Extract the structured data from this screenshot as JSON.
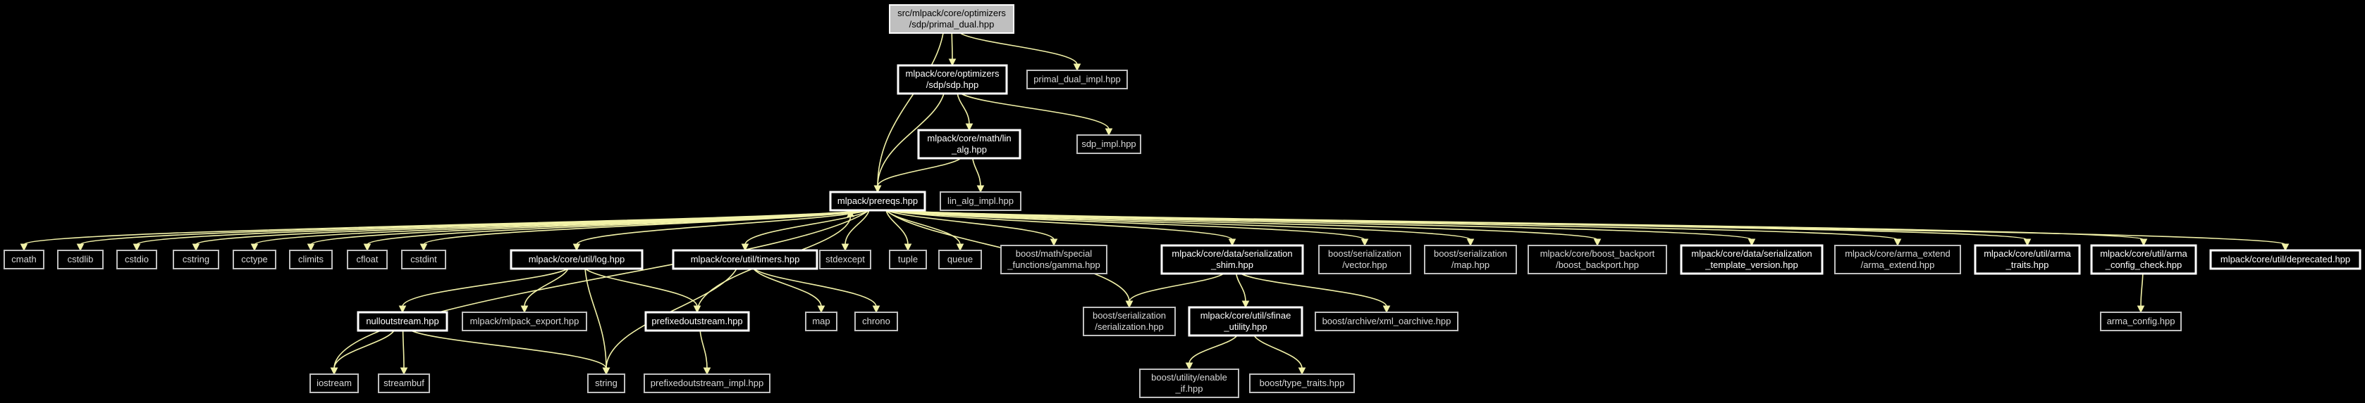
{
  "graph": {
    "title": "src/mlpack/core/optimizers/sdp/primal_dual.hpp",
    "colors": {
      "background": "#000000",
      "edge": "#f2f2a8",
      "root_fill": "#bfbfbf",
      "node_border": "#ffffff",
      "text": "#ffffff"
    },
    "nodes": [
      {
        "id": "primal_dual",
        "lines": [
          "src/mlpack/core/optimizers",
          "/sdp/primal_dual.hpp"
        ],
        "kind": "root"
      },
      {
        "id": "sdp_hpp",
        "lines": [
          "mlpack/core/optimizers",
          "/sdp/sdp.hpp"
        ],
        "kind": "linked"
      },
      {
        "id": "primal_dual_impl",
        "lines": [
          "primal_dual_impl.hpp"
        ],
        "kind": "external"
      },
      {
        "id": "lin_alg",
        "lines": [
          "mlpack/core/math/lin",
          "_alg.hpp"
        ],
        "kind": "linked"
      },
      {
        "id": "sdp_impl",
        "lines": [
          "sdp_impl.hpp"
        ],
        "kind": "external"
      },
      {
        "id": "prereqs",
        "lines": [
          "mlpack/prereqs.hpp"
        ],
        "kind": "linked"
      },
      {
        "id": "lin_alg_impl",
        "lines": [
          "lin_alg_impl.hpp"
        ],
        "kind": "external"
      },
      {
        "id": "cmath",
        "lines": [
          "cmath"
        ],
        "kind": "external"
      },
      {
        "id": "cstdlib",
        "lines": [
          "cstdlib"
        ],
        "kind": "external"
      },
      {
        "id": "cstdio",
        "lines": [
          "cstdio"
        ],
        "kind": "external"
      },
      {
        "id": "cstring",
        "lines": [
          "cstring"
        ],
        "kind": "external"
      },
      {
        "id": "cctype",
        "lines": [
          "cctype"
        ],
        "kind": "external"
      },
      {
        "id": "climits",
        "lines": [
          "climits"
        ],
        "kind": "external"
      },
      {
        "id": "cfloat",
        "lines": [
          "cfloat"
        ],
        "kind": "external"
      },
      {
        "id": "cstdint",
        "lines": [
          "cstdint"
        ],
        "kind": "external"
      },
      {
        "id": "log_hpp",
        "lines": [
          "mlpack/core/util/log.hpp"
        ],
        "kind": "linked"
      },
      {
        "id": "timers_hpp",
        "lines": [
          "mlpack/core/util/timers.hpp"
        ],
        "kind": "linked"
      },
      {
        "id": "stdexcept",
        "lines": [
          "stdexcept"
        ],
        "kind": "external"
      },
      {
        "id": "tuple",
        "lines": [
          "tuple"
        ],
        "kind": "external"
      },
      {
        "id": "queue",
        "lines": [
          "queue"
        ],
        "kind": "external"
      },
      {
        "id": "gamma",
        "lines": [
          "boost/math/special",
          "_functions/gamma.hpp"
        ],
        "kind": "external"
      },
      {
        "id": "ser_shim",
        "lines": [
          "mlpack/core/data/serialization",
          "_shim.hpp"
        ],
        "kind": "linked"
      },
      {
        "id": "ser_vector",
        "lines": [
          "boost/serialization",
          "/vector.hpp"
        ],
        "kind": "external"
      },
      {
        "id": "ser_map",
        "lines": [
          "boost/serialization",
          "/map.hpp"
        ],
        "kind": "external"
      },
      {
        "id": "boost_backport",
        "lines": [
          "mlpack/core/boost_backport",
          "/boost_backport.hpp"
        ],
        "kind": "external"
      },
      {
        "id": "ser_template",
        "lines": [
          "mlpack/core/data/serialization",
          "_template_version.hpp"
        ],
        "kind": "linked"
      },
      {
        "id": "arma_extend",
        "lines": [
          "mlpack/core/arma_extend",
          "/arma_extend.hpp"
        ],
        "kind": "external"
      },
      {
        "id": "arma_traits",
        "lines": [
          "mlpack/core/util/arma",
          "_traits.hpp"
        ],
        "kind": "linked"
      },
      {
        "id": "arma_config_check",
        "lines": [
          "mlpack/core/util/arma",
          "_config_check.hpp"
        ],
        "kind": "linked"
      },
      {
        "id": "deprecated",
        "lines": [
          "mlpack/core/util/deprecated.hpp"
        ],
        "kind": "linked"
      },
      {
        "id": "nulloutstream",
        "lines": [
          "nulloutstream.hpp"
        ],
        "kind": "linked"
      },
      {
        "id": "mlpack_export",
        "lines": [
          "mlpack/mlpack_export.hpp"
        ],
        "kind": "external"
      },
      {
        "id": "prefixedoutstream",
        "lines": [
          "prefixedoutstream.hpp"
        ],
        "kind": "linked"
      },
      {
        "id": "map",
        "lines": [
          "map"
        ],
        "kind": "external"
      },
      {
        "id": "chrono",
        "lines": [
          "chrono"
        ],
        "kind": "external"
      },
      {
        "id": "boost_serialization",
        "lines": [
          "boost/serialization",
          "/serialization.hpp"
        ],
        "kind": "external"
      },
      {
        "id": "sfinae",
        "lines": [
          "mlpack/core/util/sfinae",
          "_utility.hpp"
        ],
        "kind": "linked"
      },
      {
        "id": "xml_oarchive",
        "lines": [
          "boost/archive/xml_oarchive.hpp"
        ],
        "kind": "external"
      },
      {
        "id": "arma_config",
        "lines": [
          "arma_config.hpp"
        ],
        "kind": "external"
      },
      {
        "id": "iostream",
        "lines": [
          "iostream"
        ],
        "kind": "external"
      },
      {
        "id": "streambuf",
        "lines": [
          "streambuf"
        ],
        "kind": "external"
      },
      {
        "id": "string",
        "lines": [
          "string"
        ],
        "kind": "external"
      },
      {
        "id": "prefixedoutstream_impl",
        "lines": [
          "prefixedoutstream_impl.hpp"
        ],
        "kind": "external"
      },
      {
        "id": "enable_if",
        "lines": [
          "boost/utility/enable",
          "_if.hpp"
        ],
        "kind": "external"
      },
      {
        "id": "type_traits",
        "lines": [
          "boost/type_traits.hpp"
        ],
        "kind": "external"
      }
    ],
    "edges": [
      [
        "primal_dual",
        "sdp_hpp"
      ],
      [
        "primal_dual",
        "primal_dual_impl"
      ],
      [
        "primal_dual",
        "prereqs"
      ],
      [
        "sdp_hpp",
        "lin_alg"
      ],
      [
        "sdp_hpp",
        "sdp_impl"
      ],
      [
        "sdp_hpp",
        "prereqs"
      ],
      [
        "lin_alg",
        "prereqs"
      ],
      [
        "lin_alg",
        "lin_alg_impl"
      ],
      [
        "prereqs",
        "cmath"
      ],
      [
        "prereqs",
        "cstdlib"
      ],
      [
        "prereqs",
        "cstdio"
      ],
      [
        "prereqs",
        "cstring"
      ],
      [
        "prereqs",
        "cctype"
      ],
      [
        "prereqs",
        "climits"
      ],
      [
        "prereqs",
        "cfloat"
      ],
      [
        "prereqs",
        "cstdint"
      ],
      [
        "prereqs",
        "iostream"
      ],
      [
        "prereqs",
        "log_hpp"
      ],
      [
        "prereqs",
        "timers_hpp"
      ],
      [
        "prereqs",
        "stdexcept"
      ],
      [
        "prereqs",
        "tuple"
      ],
      [
        "prereqs",
        "queue"
      ],
      [
        "prereqs",
        "gamma"
      ],
      [
        "prereqs",
        "boost_serialization"
      ],
      [
        "prereqs",
        "ser_shim"
      ],
      [
        "prereqs",
        "ser_vector"
      ],
      [
        "prereqs",
        "ser_map"
      ],
      [
        "prereqs",
        "boost_backport"
      ],
      [
        "prereqs",
        "ser_template"
      ],
      [
        "prereqs",
        "arma_extend"
      ],
      [
        "prereqs",
        "arma_traits"
      ],
      [
        "prereqs",
        "arma_config_check"
      ],
      [
        "prereqs",
        "deprecated"
      ],
      [
        "log_hpp",
        "nulloutstream"
      ],
      [
        "log_hpp",
        "mlpack_export"
      ],
      [
        "log_hpp",
        "prefixedoutstream"
      ],
      [
        "log_hpp",
        "string"
      ],
      [
        "nulloutstream",
        "iostream"
      ],
      [
        "nulloutstream",
        "streambuf"
      ],
      [
        "nulloutstream",
        "string"
      ],
      [
        "prefixedoutstream",
        "prereqs"
      ],
      [
        "prefixedoutstream",
        "prefixedoutstream_impl"
      ],
      [
        "timers_hpp",
        "map"
      ],
      [
        "timers_hpp",
        "chrono"
      ],
      [
        "timers_hpp",
        "string"
      ],
      [
        "ser_shim",
        "boost_serialization"
      ],
      [
        "ser_shim",
        "sfinae"
      ],
      [
        "ser_shim",
        "xml_oarchive"
      ],
      [
        "sfinae",
        "enable_if"
      ],
      [
        "sfinae",
        "type_traits"
      ],
      [
        "arma_config_check",
        "arma_config"
      ]
    ]
  }
}
